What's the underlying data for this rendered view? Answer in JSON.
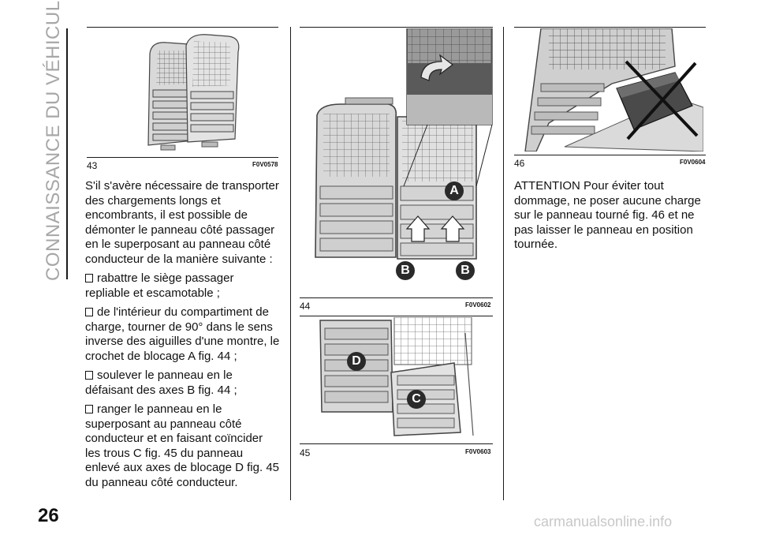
{
  "side_title": "CONNAISSANCE DU VÉHICULE",
  "page_number": "26",
  "watermark": "carmanualsonline.info",
  "figures": [
    {
      "number": "43",
      "code": "F0V0578"
    },
    {
      "number": "44",
      "code": "F0V0602",
      "callouts": [
        "A",
        "B",
        "B"
      ]
    },
    {
      "number": "45",
      "code": "F0V0603",
      "callouts": [
        "D",
        "C"
      ]
    },
    {
      "number": "46",
      "code": "F0V0604"
    }
  ],
  "column1": {
    "intro": "S'il s'avère nécessaire de transporter des chargements longs et encombrants, il est possible de démonter le panneau côté passager en le superposant au panneau côté conducteur de la manière suivante :",
    "steps": [
      "rabattre le siège passager repliable et escamotable ;",
      "de l'intérieur du compartiment de charge, tourner de 90° dans le sens inverse des aiguilles d'une montre, le crochet de blocage A fig. 44 ;",
      "soulever le panneau en le défaisant des axes B fig. 44 ;",
      "ranger le panneau en le superposant au panneau côté conducteur et en faisant coïncider les trous C fig. 45 du panneau enlevé aux axes de blocage D fig. 45 du panneau côté conducteur."
    ]
  },
  "column3": {
    "warning": "ATTENTION Pour éviter tout dommage, ne poser aucune charge sur le panneau tourné fig. 46 et ne pas laisser le panneau en position tournée."
  }
}
